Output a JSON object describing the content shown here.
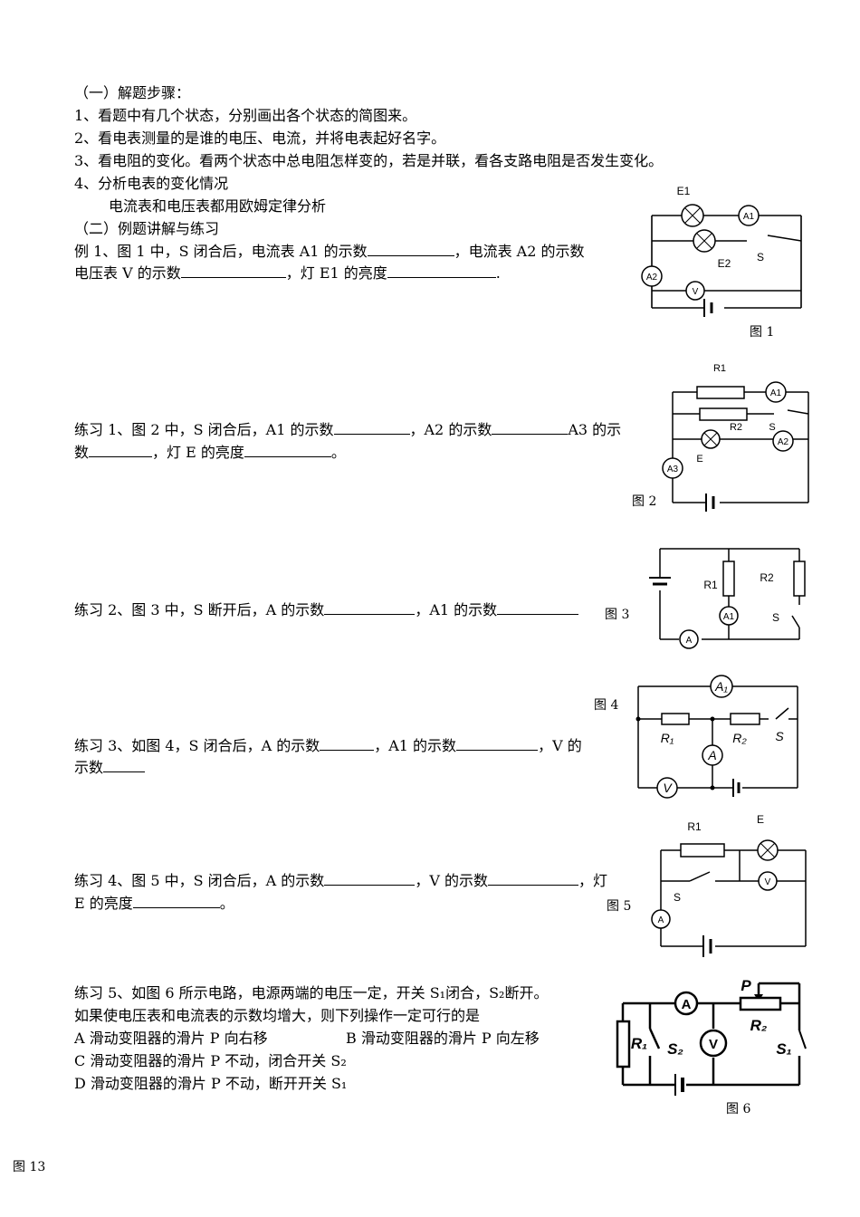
{
  "steps": {
    "heading": "（一）解题步骤：",
    "s1": "1、看题中有几个状态，分别画出各个状态的简图来。",
    "s2": "2、看电表测量的是谁的电压、电流，并将电表起好名字。",
    "s3": "3、看电阻的变化。看两个状态中总电阻怎样变的，若是并联，看各支路电阻是否发生变化。",
    "s4": "4、分析电表的变化情况",
    "s4b": "电流表和电压表都用欧姆定律分析",
    "examples_heading": "（二）例题讲解与练习"
  },
  "example1": {
    "a": "例 1、图 1 中，S 闭合后，电流表 A1 的示数",
    "b": "，电流表 A2 的示数",
    "c": "电压表 V 的示数",
    "d": "，灯 E1 的亮度",
    "e": ".",
    "caption": "图 1",
    "fig": {
      "e1": "E1",
      "a1": "A1",
      "e2": "E2",
      "s": "S",
      "a2": "A2",
      "v": "V"
    }
  },
  "ex1": {
    "a": "练习 1、图 2 中，S 闭合后，A1 的示数",
    "b": "，A2 的示数",
    "c": "A3 的示",
    "d": "数",
    "e": "，灯 E 的亮度",
    "f": "。",
    "caption": "图 2",
    "fig": {
      "r1": "R1",
      "a1": "A1",
      "r2": "R2",
      "s": "S",
      "e": "E",
      "a2": "A2",
      "a3": "A3"
    }
  },
  "ex2": {
    "a": "练习 2、图 3 中，S 断开后，A 的示数",
    "b": "，A1 的示数",
    "caption": "图 3",
    "fig": {
      "r1": "R1",
      "r2": "R2",
      "a1": "A1",
      "s": "S",
      "a": "A"
    }
  },
  "ex3": {
    "a": "练习 3、如图 4，S 闭合后，A 的示数",
    "b": "，A1 的示数",
    "c": "，V 的",
    "d": "示数",
    "caption": "图 4",
    "fig": {
      "a1": "A₁",
      "r1": "R₁",
      "r2": "R₂",
      "s": "S",
      "a": "A",
      "v": "V"
    }
  },
  "ex4": {
    "a": "练习 4、图 5 中，S 闭合后，A 的示数",
    "b": "，V 的示数",
    "c": "，灯",
    "d": "E 的亮度",
    "e": "。",
    "caption": "图 5",
    "fig": {
      "r1": "R1",
      "e": "E",
      "v": "V",
      "s": "S",
      "a": "A"
    }
  },
  "ex5": {
    "l1": "练习 5、如图 6 所示电路，电源两端的电压一定，开关 S₁闭合，S₂断开。",
    "l2": "如果使电压表和电流表的示数均增大，则下列操作一定可行的是",
    "optA": "A  滑动变阻器的滑片 P  向右移",
    "optB": "B  滑动变阻器的滑片 P  向左移",
    "optC": "C  滑动变阻器的滑片 P  不动，闭合开关 S₂",
    "optD": "D  滑动变阻器的滑片 P  不动，断开开关 S₁",
    "caption": "图 6",
    "fig": {
      "p": "P",
      "a": "A",
      "r2": "R₂",
      "r1": "R₁",
      "s2": "S₂",
      "v": "V",
      "s1": "S₁"
    }
  },
  "footer": "图 13"
}
